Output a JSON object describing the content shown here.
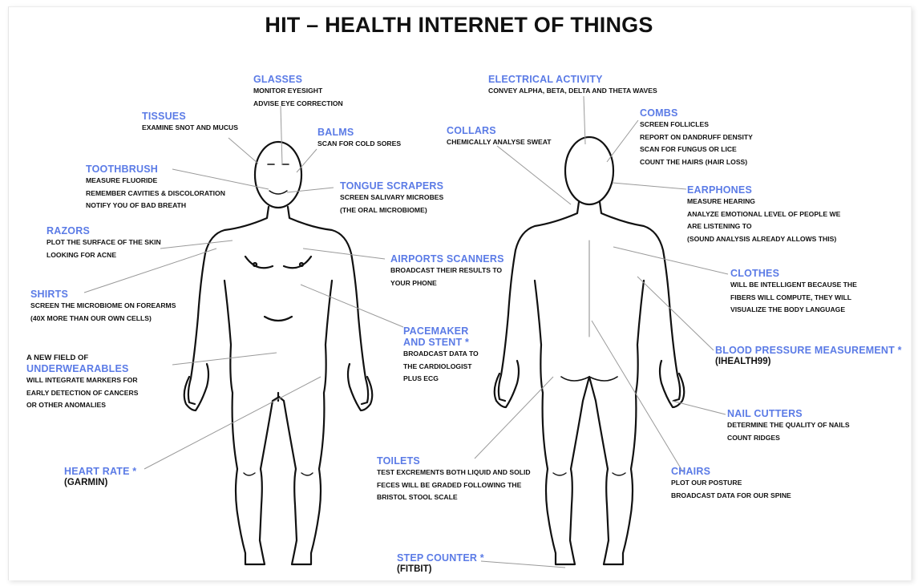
{
  "title": "HIT – HEALTH INTERNET OF THINGS",
  "annotations": {
    "glasses": {
      "heading": "GLASSES",
      "lines": [
        "MONITOR EYESIGHT",
        "ADVISE EYE CORRECTION"
      ]
    },
    "tissues": {
      "heading": "TISSUES",
      "lines": [
        "EXAMINE SNOT AND MUCUS"
      ]
    },
    "balms": {
      "heading": "BALMS",
      "lines": [
        "SCAN FOR COLD SORES"
      ]
    },
    "toothbrush": {
      "heading": "TOOTHBRUSH",
      "lines": [
        "MEASURE FLUORIDE",
        "REMEMBER CAVITIES & DISCOLORATION",
        "NOTIFY YOU OF BAD BREATH"
      ]
    },
    "tongue_scrapers": {
      "heading": "TONGUE SCRAPERS",
      "lines": [
        "SCREEN SALIVARY MICROBES",
        "(THE ORAL MICROBIOME)"
      ]
    },
    "razors": {
      "heading": "RAZORS",
      "lines": [
        "PLOT THE SURFACE OF THE SKIN",
        "LOOKING FOR ACNE"
      ]
    },
    "airports_scanners": {
      "heading": "AIRPORTS SCANNERS",
      "lines": [
        "BROADCAST THEIR RESULTS TO",
        "YOUR PHONE"
      ]
    },
    "shirts": {
      "heading": "SHIRTS",
      "lines": [
        "SCREEN THE MICROBIOME ON FOREARMS",
        "(40X MORE THAN OUR OWN CELLS)"
      ]
    },
    "pacemaker": {
      "heading_lines": [
        "PACEMAKER",
        "AND STENT *"
      ],
      "lines": [
        "BROADCAST DATA TO",
        "THE CARDIOLOGIST",
        "PLUS ECG"
      ]
    },
    "underwearables": {
      "pre": "A NEW FIELD OF",
      "heading": "UNDERWEARABLES",
      "lines": [
        "WILL INTEGRATE MARKERS FOR",
        "EARLY DETECTION OF CANCERS",
        "OR OTHER ANOMALIES"
      ]
    },
    "heart_rate": {
      "heading": "HEART RATE *",
      "sub": "(GARMIN)"
    },
    "electrical": {
      "heading": "ELECTRICAL ACTIVITY",
      "lines": [
        "CONVEY ALPHA, BETA, DELTA AND THETA WAVES"
      ]
    },
    "collars": {
      "heading": "COLLARS",
      "lines": [
        "CHEMICALLY ANALYSE SWEAT"
      ]
    },
    "combs": {
      "heading": "COMBS",
      "lines": [
        "SCREEN FOLLICLES",
        "REPORT ON DANDRUFF DENSITY",
        "SCAN FOR FUNGUS OR LICE",
        "COUNT THE HAIRS (HAIR LOSS)"
      ]
    },
    "earphones": {
      "heading": "EARPHONES",
      "lines": [
        "MEASURE HEARING",
        "ANALYZE EMOTIONAL LEVEL OF PEOPLE WE",
        "ARE LISTENING TO",
        "(SOUND ANALYSIS ALREADY ALLOWS THIS)"
      ]
    },
    "clothes": {
      "heading": "CLOTHES",
      "lines": [
        "WILL BE INTELLIGENT BECAUSE THE",
        "FIBERS WILL COMPUTE, THEY WILL",
        "VISUALIZE THE BODY LANGUAGE"
      ]
    },
    "blood_pressure": {
      "heading": "BLOOD PRESSURE MEASUREMENT *",
      "sub": "(IHEALTH99)"
    },
    "nail_cutters": {
      "heading": "NAIL CUTTERS",
      "lines": [
        "DETERMINE THE QUALITY OF NAILS",
        "COUNT RIDGES"
      ]
    },
    "toilets": {
      "heading": "TOILETS",
      "lines": [
        "TEST EXCREMENTS BOTH LIQUID AND SOLID",
        "FECES WILL BE GRADED FOLLOWING THE",
        "BRISTOL STOOL SCALE"
      ]
    },
    "chairs": {
      "heading": "CHAIRS",
      "lines": [
        "PLOT OUR POSTURE",
        "BROADCAST DATA FOR OUR SPINE"
      ]
    },
    "step_counter": {
      "heading": "STEP COUNTER *",
      "sub": "(FITBIT)"
    }
  }
}
